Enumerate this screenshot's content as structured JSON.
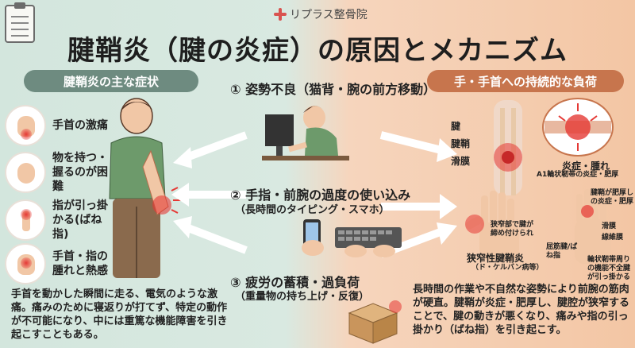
{
  "brand": "リプラス整骨院",
  "title": "腱鞘炎（腱の炎症）の原因とメカニズム",
  "left_header": "腱鞘炎の主な症状",
  "right_header": "手・手首への持続的な負荷",
  "symptoms": [
    {
      "label": "手首の激痛",
      "icon": "wrist-pain-icon"
    },
    {
      "label": "物を持つ・握るのが困難",
      "icon": "grip-difficulty-icon"
    },
    {
      "label": "指が引っ掛かる(ばね指)",
      "icon": "trigger-finger-icon"
    },
    {
      "label": "手首・指の腫れと熱感",
      "icon": "swelling-icon"
    }
  ],
  "causes": [
    {
      "title": "① 姿勢不良（猫背・腕の前方移動）",
      "sub": ""
    },
    {
      "title": "② 手指・前腕の過度の使い込み",
      "sub": "（長時間のタイピング・スマホ）"
    },
    {
      "title": "③ 疲労の蓄積・過負荷",
      "sub": "（重量物の持ち上げ・反復）"
    }
  ],
  "left_paragraph": "手首を動かした瞬間に走る、電気のような激痛。痛みのために寝返りが打てず、特定の動作が不可能になり、中には重篤な機能障害を引き起こすこともある。",
  "right_paragraph": "長時間の作業や不自然な姿勢により前腕の筋肉が硬直。腱鞘が炎症・肥厚し、腱腔が狭窄することで、腱の動きが悪くなり、痛みや指の引っ掛かり（ばね指）を引き起こす。",
  "anatomy_labels": [
    "腱",
    "腱鞘",
    "滑膜"
  ],
  "inflammation": {
    "title": "炎症・腫れ",
    "sub": "A1輪状靭帯の炎症・肥厚"
  },
  "stenosing": {
    "title": "狭窄性腱鞘炎",
    "sub": "（ド・ケルバン病等）"
  },
  "narrow_note": "狭窄部で腱が締め付けられ",
  "trigger_labels": {
    "thickened": "腱鞘が肥厚しの炎症・肥厚",
    "synovium": "滑膜",
    "fibrous": "線維膜",
    "flexor": "屈筋腱/ばね指",
    "dysfunction": "輪状靭帯周りの機能不全腱が引っ掛かる"
  },
  "colors": {
    "accent_red": "#e53935",
    "left_bg": "#d3e6dd",
    "right_bg": "#f3c6a4",
    "left_pill": "#6e8b80",
    "right_pill": "#c7754d"
  }
}
